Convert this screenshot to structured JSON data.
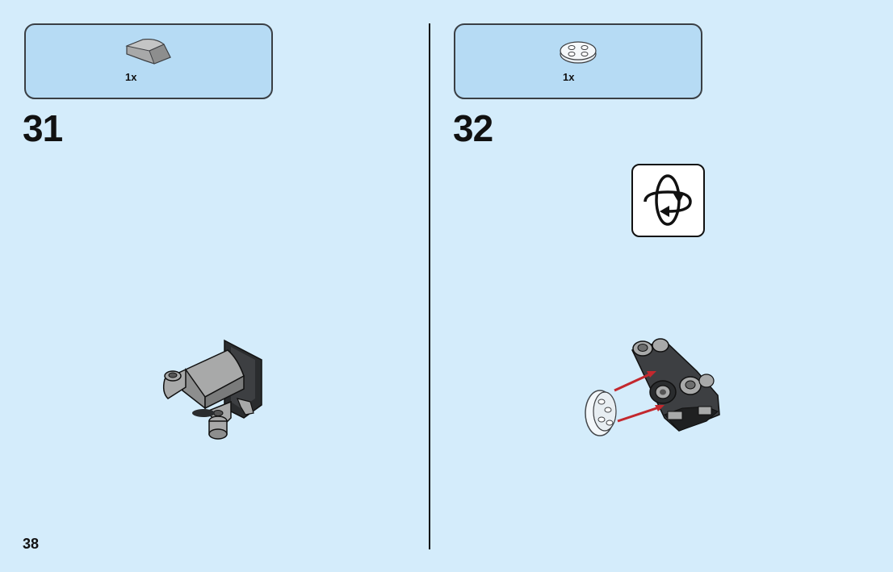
{
  "page": {
    "number": "38"
  },
  "steps": [
    {
      "number": "31",
      "parts": [
        {
          "quantity": "1x",
          "icon": "curved-slope-tile-icon",
          "color": "#a8a9a9"
        }
      ],
      "model_icon": "step-31-assembly-icon"
    },
    {
      "number": "32",
      "parts": [
        {
          "quantity": "1x",
          "icon": "round-plate-transparent-icon",
          "color": "#e8eef2"
        }
      ],
      "model_icon": "step-32-assembly-icon",
      "rotate_icon": "rotate-model-icon",
      "arrow_color": "#c3282e"
    }
  ],
  "colors": {
    "background": "#d4ecfb",
    "parts_box": "#b6dbf4",
    "brick_gray": "#a8a9a9",
    "brick_dark": "#3d3f42"
  }
}
